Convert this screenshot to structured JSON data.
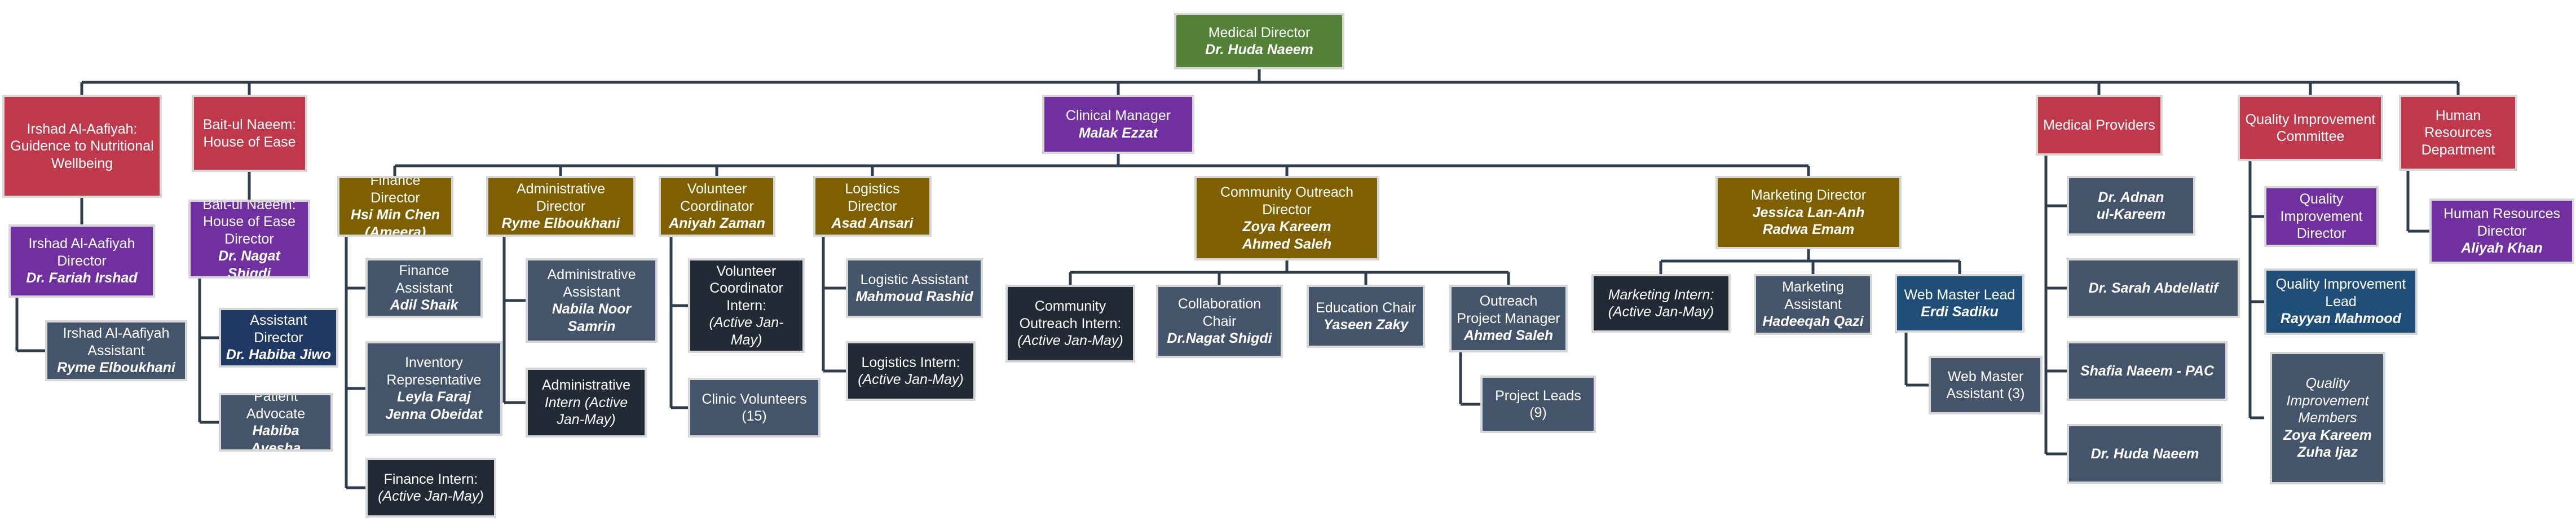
{
  "colors": {
    "line": "#2f3e4e",
    "border": "#d7d7d7",
    "director": "#538135",
    "clinical": "#7030a0",
    "department": "#c0394b",
    "lead": "#7f6000",
    "staff": "#44546a",
    "intern": "#222a35"
  },
  "director": {
    "title": "Medical Director",
    "name": "Dr. Huda Naeem"
  },
  "irshad": {
    "title": "Irshad Al-Aafiyah: Guidence to Nutritional Wellbeing",
    "director_title": "Irshad Al-Aafiyah Director",
    "director_name": "Dr. Fariah  Irshad",
    "assistant_title": "Irshad Al-Aafiyah Assistant",
    "assistant_name": "Ryme Elboukhani"
  },
  "baitulnaeem": {
    "title": "Bait-ul Naeem: House of Ease",
    "director_title": "Bait-ul Naeem: House of Ease Director",
    "director_name": "Dr. Nagat Shigdi",
    "assistant_title": "Assistant Director",
    "assistant_name": "Dr. Habiba  Jiwo",
    "advocate_title": "Patient Advocate",
    "advocate_name": "Habiba  Ayesha"
  },
  "clinical": {
    "title": "Clinical Manager",
    "name": "Malak  Ezzat"
  },
  "finance": {
    "title": "Finance Director",
    "name1": "Hsi Min Chen",
    "name2": "(Ameera)",
    "assistant_title": "Finance Assistant",
    "assistant_name": "Adil  Shaik",
    "inventory_title": "Inventory Representative",
    "inventory_name1": "Leyla  Faraj",
    "inventory_name2": "Jenna  Obeidat",
    "intern_title": "Finance Intern:",
    "intern_note": "(Active Jan-May)"
  },
  "admin": {
    "title": "Administrative Director",
    "name": "Ryme Elboukhani",
    "assistant_title": "Administrative Assistant",
    "assistant_name": "Nabila  Noor Samrin",
    "intern_title": "Administrative",
    "intern_note": "Intern (Active Jan-May)"
  },
  "volunteer": {
    "title": "Volunteer Coordinator",
    "name": "Aniyah  Zaman",
    "intern_title": "Volunteer Coordinator Intern:",
    "intern_note": "(Active Jan-May)",
    "clinic_title": "Clinic Volunteers",
    "clinic_count": "(15)"
  },
  "logistics": {
    "title": "Logistics Director",
    "name": "Asad  Ansari",
    "assistant_title": "Logistic Assistant",
    "assistant_name": "Mahmoud  Rashid",
    "intern_title": "Logistics Intern:",
    "intern_note": "(Active Jan-May)"
  },
  "outreach": {
    "title": "Community Outreach Director",
    "name1": "Zoya  Kareem",
    "name2": "Ahmed  Saleh",
    "intern_title": "Community Outreach Intern:",
    "intern_note": "(Active Jan-May)",
    "collab_title": "Collaboration Chair",
    "collab_name": "Dr.Nagat  Shigdi",
    "education_title": "Education Chair",
    "education_name": "Yaseen  Zaky",
    "project_title": "Outreach Project Manager",
    "project_name": "Ahmed  Saleh",
    "leads_title": "Project Leads (9)"
  },
  "marketing": {
    "title": "Marketing Director",
    "name1": "Jessica  Lan-Anh",
    "name2": "Radwa  Emam",
    "intern_title": "Marketing Intern:",
    "intern_note": "(Active Jan-May)",
    "assistant_title": "Marketing Assistant",
    "assistant_name": "Hadeeqah  Qazi",
    "webmaster_title": "Web Master Lead",
    "webmaster_name": "Erdi  Sadiku",
    "webassist_title": "Web Master Assistant (3)"
  },
  "providers": {
    "title": "Medical Providers",
    "p1a": "Dr. Adnan",
    "p1b": "ul-Kareem",
    "p2": "Dr. Sarah  Abdellatif",
    "p3": "Shafia  Naeem - PAC",
    "p4": "Dr. Huda  Naeem"
  },
  "quality": {
    "title": "Quality Improvement Committee",
    "director_title": "Quality Improvement Director",
    "lead_title": "Quality Improvement Lead",
    "lead_name": "Rayyan  Mahmood",
    "members_title": "Quality Improvement Members",
    "member1": "Zoya Kareem",
    "member2": "Zuha Ijaz"
  },
  "hr": {
    "title": "Human Resources Department",
    "director_title": "Human Resources Director",
    "director_name": "Aliyah  Khan"
  }
}
